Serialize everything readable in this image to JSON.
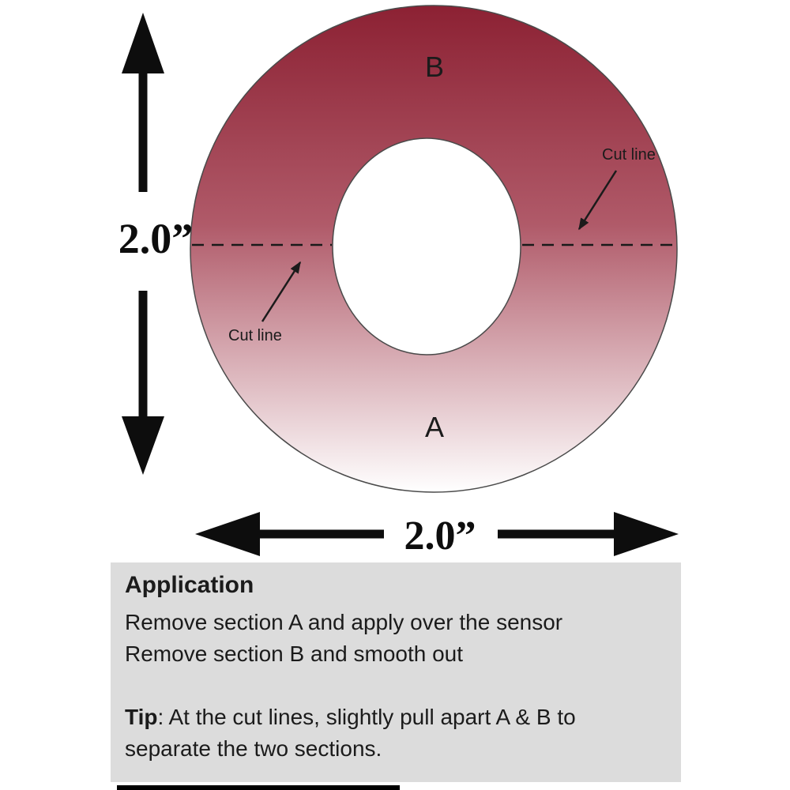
{
  "diagram": {
    "section_b_label": "B",
    "section_a_label": "A",
    "cut_line_right_label": "Cut line",
    "cut_line_left_label": "Cut line",
    "height_dimension_label": "2.0”",
    "width_dimension_label": "2.0”",
    "colors": {
      "patch_top": "#8c2133",
      "patch_mid": "#b05a69",
      "patch_bottom": "#ffffff",
      "outline": "#4a4a4a",
      "arrow": "#0d0d0d",
      "text": "#1b1b1b"
    }
  },
  "instructions": {
    "title": "Application",
    "lines": [
      "Remove section A and apply over the sensor",
      "Remove section B and smooth out"
    ],
    "tip_label": "Tip",
    "tip_text": ": At the cut lines, slightly pull apart A & B to separate the two sections.",
    "background_color": "#dcdcdc"
  }
}
